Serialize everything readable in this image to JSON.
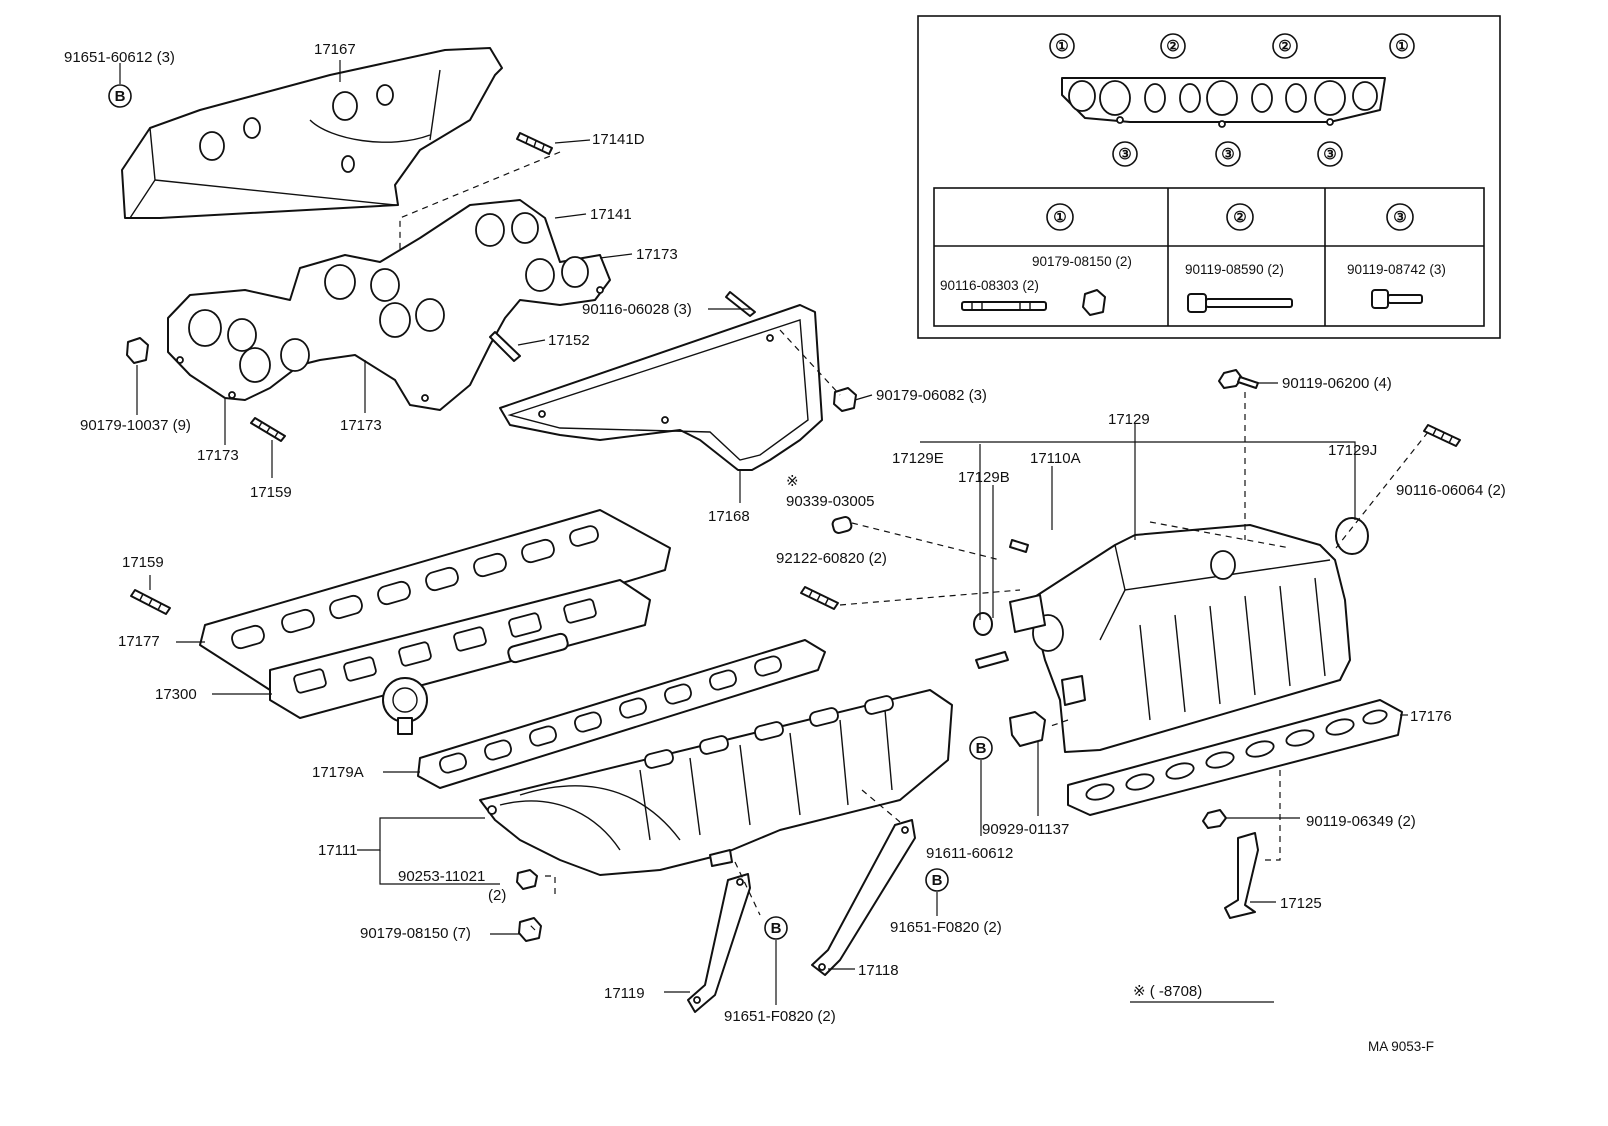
{
  "labels": {
    "p91651_60612": "91651-60612 (3)",
    "p17167": "17167",
    "p17141D": "17141D",
    "p17141": "17141",
    "p17173_a": "17173",
    "p90116_06028": "90116-06028 (3)",
    "p17152": "17152",
    "p90179_06082": "90179-06082 (3)",
    "p90179_10037": "90179-10037 (9)",
    "p17173_b": "17173",
    "p17173_c": "17173",
    "p17159_a": "17159",
    "p17168": "17168",
    "p17159_b": "17159",
    "p17177": "17177",
    "p17300": "17300",
    "p17179A": "17179A",
    "p17111": "17111",
    "p90253_11021": "90253-11021",
    "p90253_qty": "(2)",
    "p90179_08150_7": "90179-08150 (7)",
    "p17119": "17119",
    "p91651_F0820_a": "91651-F0820 (2)",
    "p17118": "17118",
    "p91651_F0820_b": "91651-F0820 (2)",
    "p91611_60612": "91611-60612",
    "p90929_01137": "90929-01137",
    "p90339_03005": "90339-03005",
    "p92122_60820": "92122-60820 (2)",
    "p17129E": "17129E",
    "p17129B": "17129B",
    "p17110A": "17110A",
    "p17129": "17129",
    "p17129J": "17129J",
    "p90119_06200": "90119-06200 (4)",
    "p90116_06064": "90116-06064 (2)",
    "p17176": "17176",
    "p90119_06349": "90119-06349 (2)",
    "p17125": "17125",
    "note_mark": "※",
    "footnote": "※ (      -8708)",
    "ref_code": "MA  9053-F"
  },
  "circle_letters": {
    "b": "B"
  },
  "inset": {
    "gasket_markers_top": [
      "①",
      "②",
      "②",
      "①"
    ],
    "gasket_markers_bottom": [
      "③",
      "③",
      "③"
    ],
    "table_headers": [
      "①",
      "②",
      "③"
    ],
    "col1_top": "90179-08150 (2)",
    "col1_bottom": "90116-08303 (2)",
    "col2": "90119-08590 (2)",
    "col3": "90119-08742 (3)"
  }
}
